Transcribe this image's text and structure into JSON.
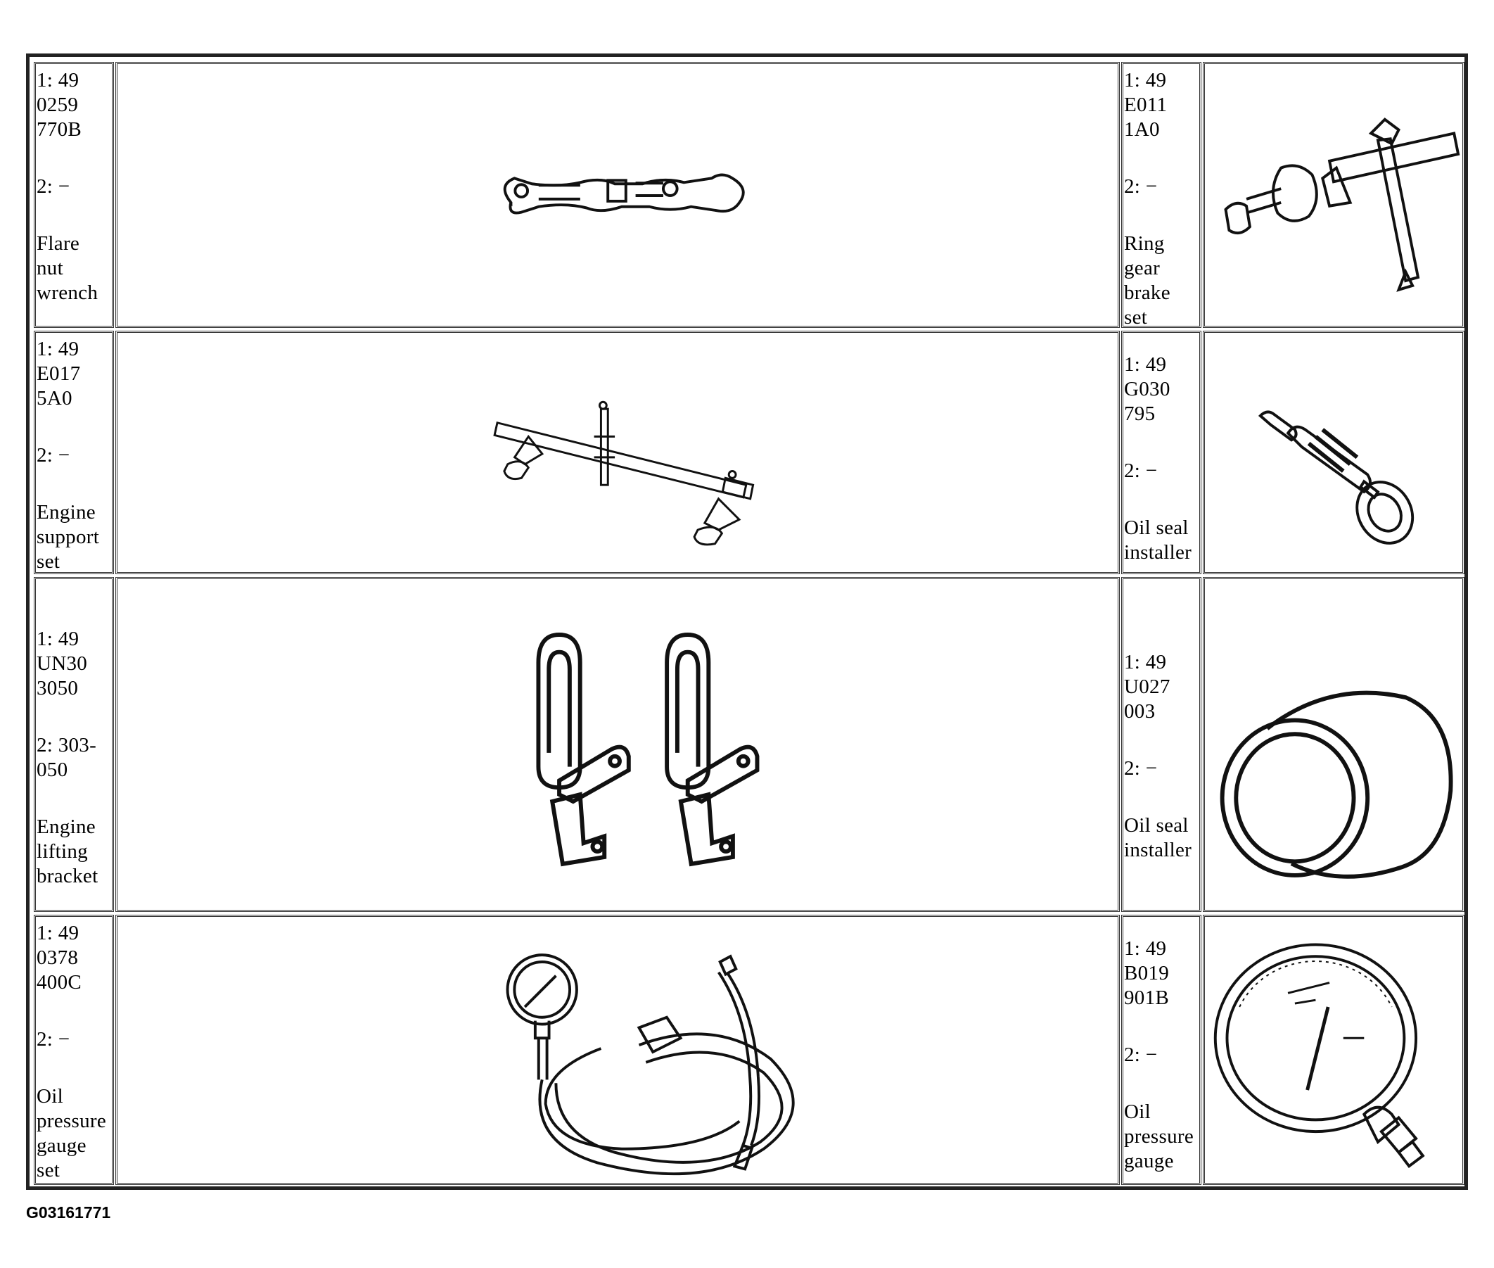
{
  "tools": [
    {
      "part_lines": [
        "1: 49",
        "0259",
        "770B"
      ],
      "alt_lines": [
        "2: −"
      ],
      "name_lines": [
        "Flare",
        "nut",
        "wrench"
      ],
      "icon": "flare-nut-wrench-icon"
    },
    {
      "part_lines": [
        "1: 49",
        "E011",
        "1A0"
      ],
      "alt_lines": [
        "2: −"
      ],
      "name_lines": [
        "Ring",
        "gear",
        "brake",
        "set"
      ],
      "icon": "ring-gear-brake-set-icon"
    },
    {
      "part_lines": [
        "1: 49",
        "E017",
        "5A0"
      ],
      "alt_lines": [
        "2: −"
      ],
      "name_lines": [
        "Engine",
        "support",
        "set"
      ],
      "icon": "engine-support-set-icon"
    },
    {
      "part_lines": [
        "1: 49",
        "G030",
        "795"
      ],
      "alt_lines": [
        "2: −"
      ],
      "name_lines": [
        "Oil seal",
        "installer"
      ],
      "icon": "oil-seal-installer-icon"
    },
    {
      "part_lines": [
        "1: 49",
        "UN30",
        "3050"
      ],
      "alt_lines": [
        "2: 303-",
        "050"
      ],
      "name_lines": [
        "Engine",
        "lifting",
        "bracket"
      ],
      "icon": "engine-lifting-bracket-icon"
    },
    {
      "part_lines": [
        "1: 49",
        "U027",
        "003"
      ],
      "alt_lines": [
        "2: −"
      ],
      "name_lines": [
        "Oil seal",
        "installer"
      ],
      "icon": "oil-seal-installer-sleeve-icon"
    },
    {
      "part_lines": [
        "1: 49",
        "0378",
        "400C"
      ],
      "alt_lines": [
        "2: −"
      ],
      "name_lines": [
        "Oil",
        "pressure",
        "gauge",
        "set"
      ],
      "icon": "oil-pressure-gauge-set-icon"
    },
    {
      "part_lines": [
        "1: 49",
        "B019",
        "901B"
      ],
      "alt_lines": [
        "2: −"
      ],
      "name_lines": [
        "Oil",
        "pressure",
        "gauge"
      ],
      "icon": "oil-pressure-gauge-icon"
    }
  ],
  "figure_id": "G03161771"
}
